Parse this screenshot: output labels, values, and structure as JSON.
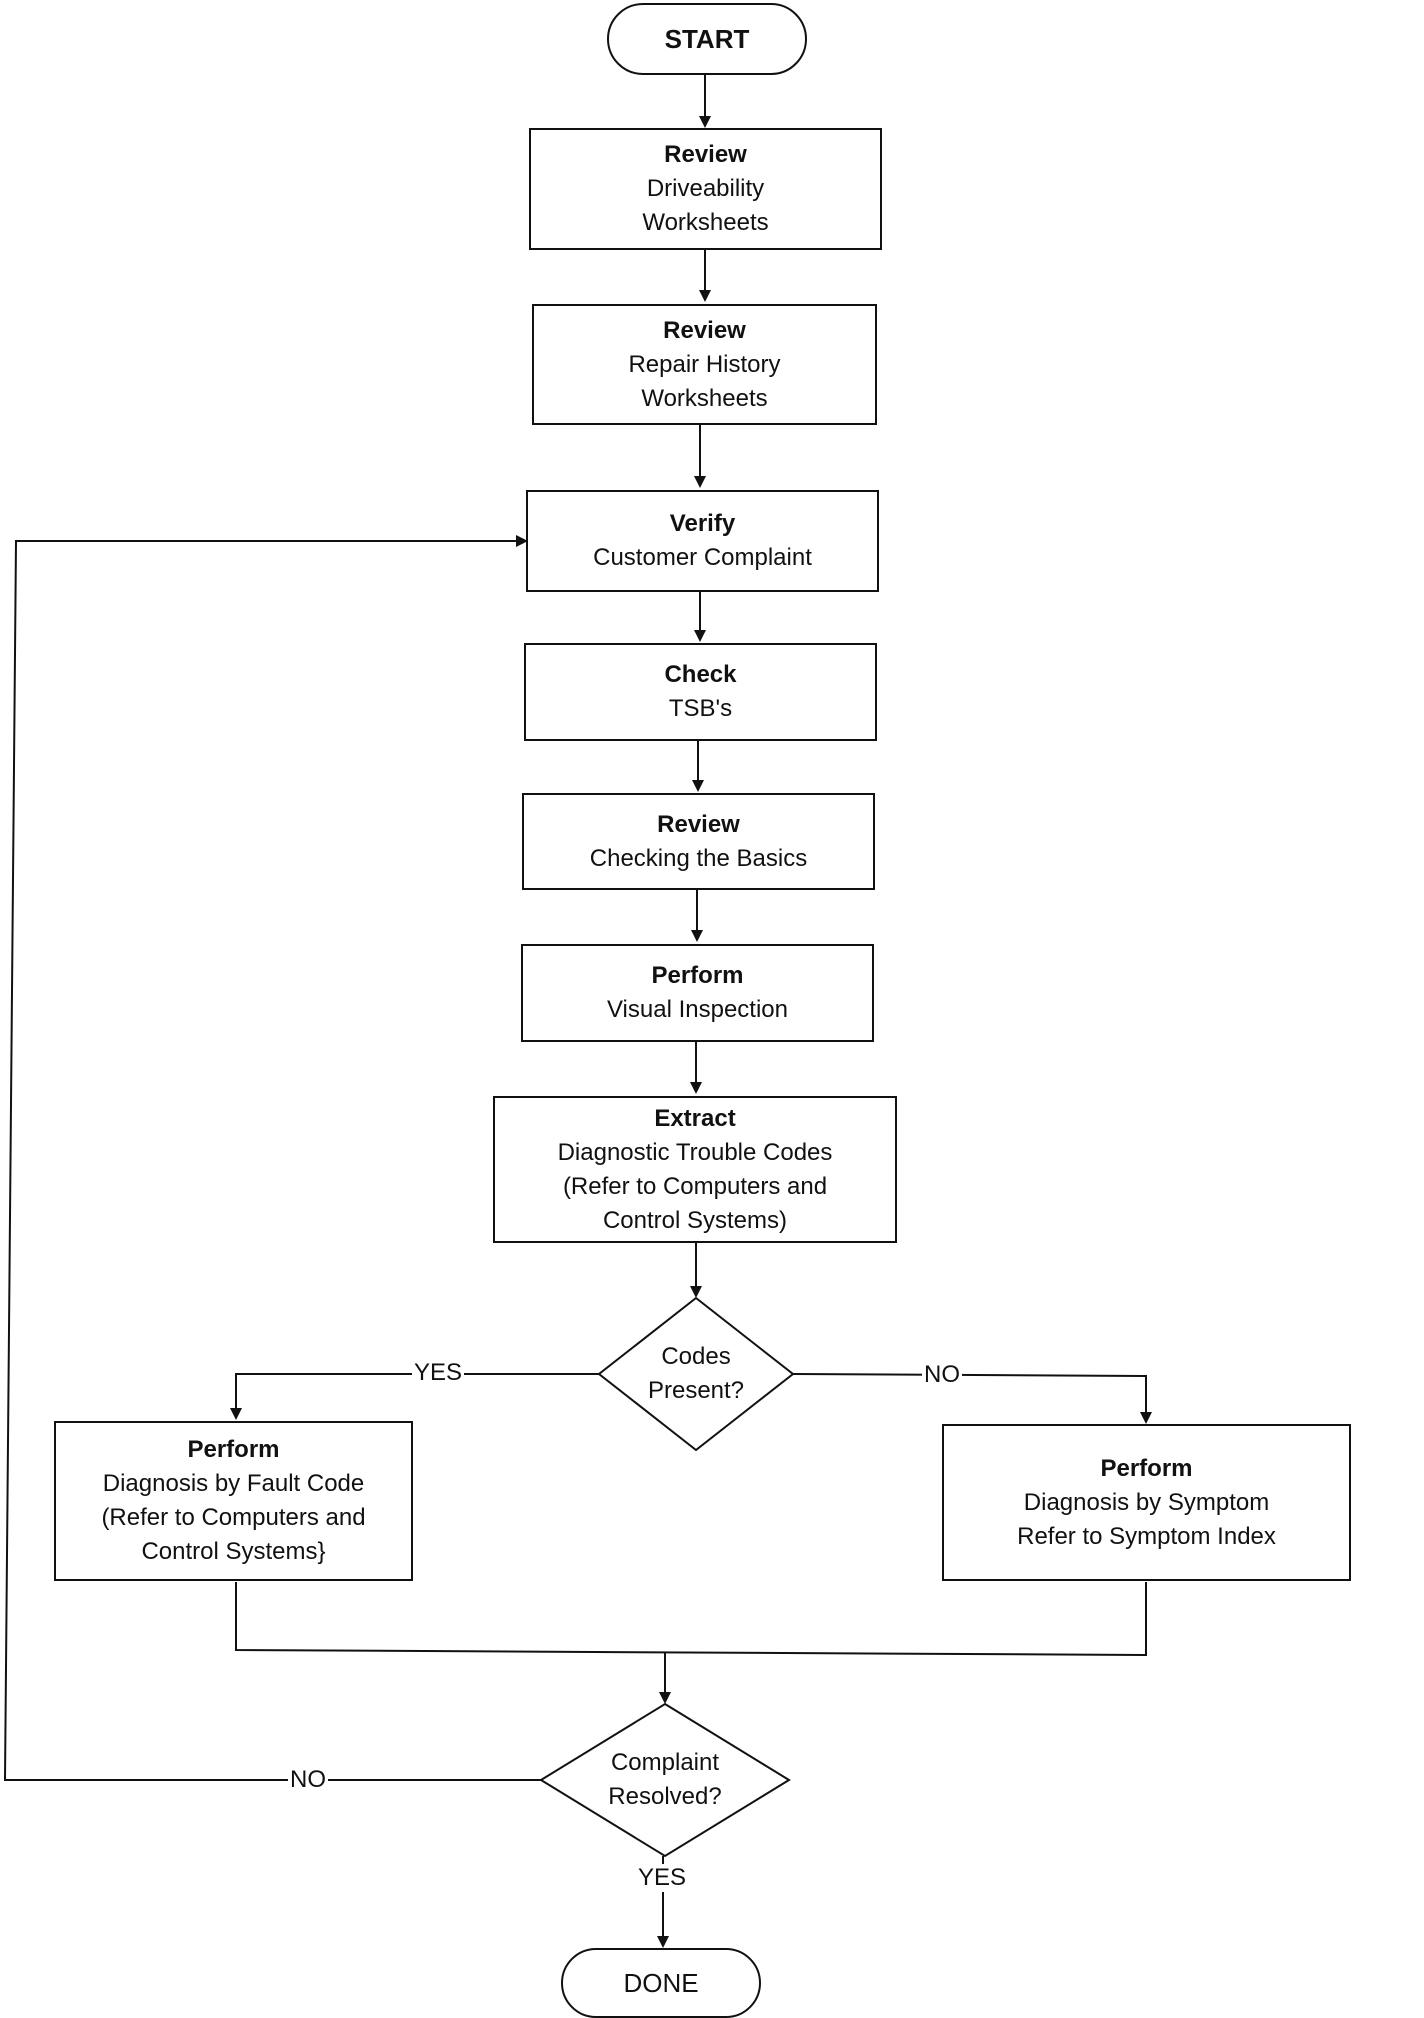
{
  "start": {
    "label": "START"
  },
  "steps": [
    {
      "id": "review-driveability",
      "heading": "Review",
      "lines": [
        "Driveability",
        "Worksheets"
      ]
    },
    {
      "id": "review-repair-history",
      "heading": "Review",
      "lines": [
        "Repair History",
        "Worksheets"
      ]
    },
    {
      "id": "verify-complaint",
      "heading": "Verify",
      "lines": [
        "Customer Complaint"
      ]
    },
    {
      "id": "check-tsbs",
      "heading": "Check",
      "lines": [
        "TSB's"
      ]
    },
    {
      "id": "review-basics",
      "heading": "Review",
      "lines": [
        "Checking the Basics"
      ]
    },
    {
      "id": "perform-visual",
      "heading": "Perform",
      "lines": [
        "Visual Inspection"
      ]
    },
    {
      "id": "extract-dtc",
      "heading": "Extract",
      "lines": [
        "Diagnostic Trouble Codes",
        "(Refer to Computers and",
        "Control Systems)"
      ]
    }
  ],
  "decision_codes": {
    "lines": [
      "Codes",
      "Present?"
    ],
    "yes_label": "YES",
    "no_label": "NO"
  },
  "fault_code": {
    "heading": "Perform",
    "lines": [
      "Diagnosis by Fault Code",
      "(Refer to Computers and",
      "Control Systems}"
    ]
  },
  "symptom": {
    "heading": "Perform",
    "lines": [
      "Diagnosis by Symptom",
      "Refer to Symptom Index"
    ]
  },
  "decision_resolved": {
    "lines": [
      "Complaint",
      "Resolved?"
    ],
    "yes_label": "YES",
    "no_label": "NO"
  },
  "done": {
    "label": "DONE"
  }
}
